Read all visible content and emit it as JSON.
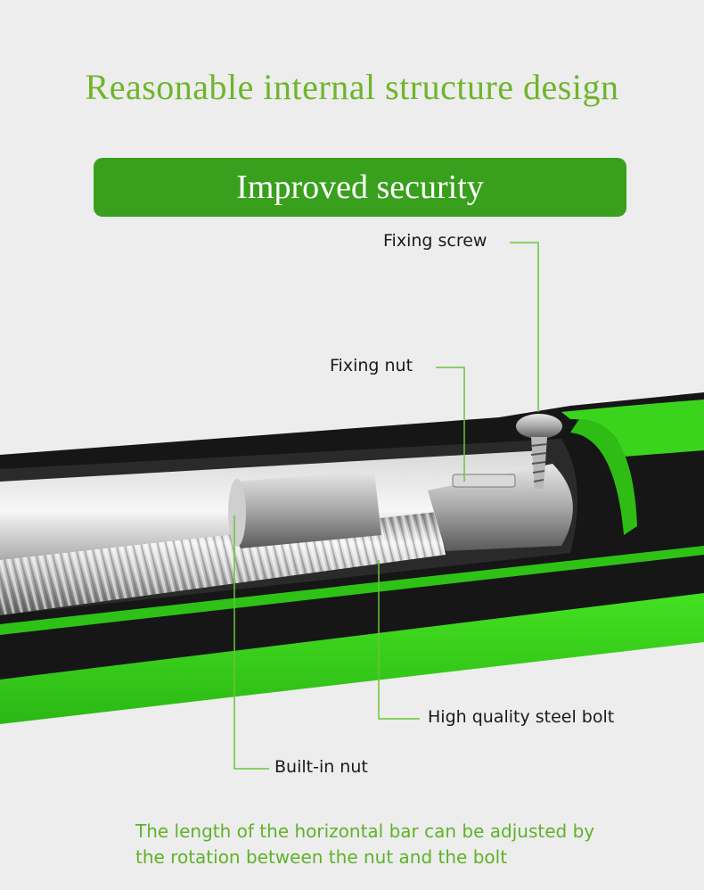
{
  "title": "Reasonable internal structure design",
  "banner": "Improved security",
  "labels": {
    "fixing_screw": "Fixing screw",
    "fixing_nut": "Fixing nut",
    "steel_bolt": "High quality steel bolt",
    "builtin_nut": "Built-in nut"
  },
  "caption": {
    "line1": "The length of the horizontal bar can be adjusted by",
    "line2": "the rotation between the nut and the bolt"
  },
  "colors": {
    "title_green": "#6fb52c",
    "banner_green": "#38a01c",
    "foam_green": "#39d11c",
    "foam_black": "#151515",
    "background": "#ededed"
  }
}
